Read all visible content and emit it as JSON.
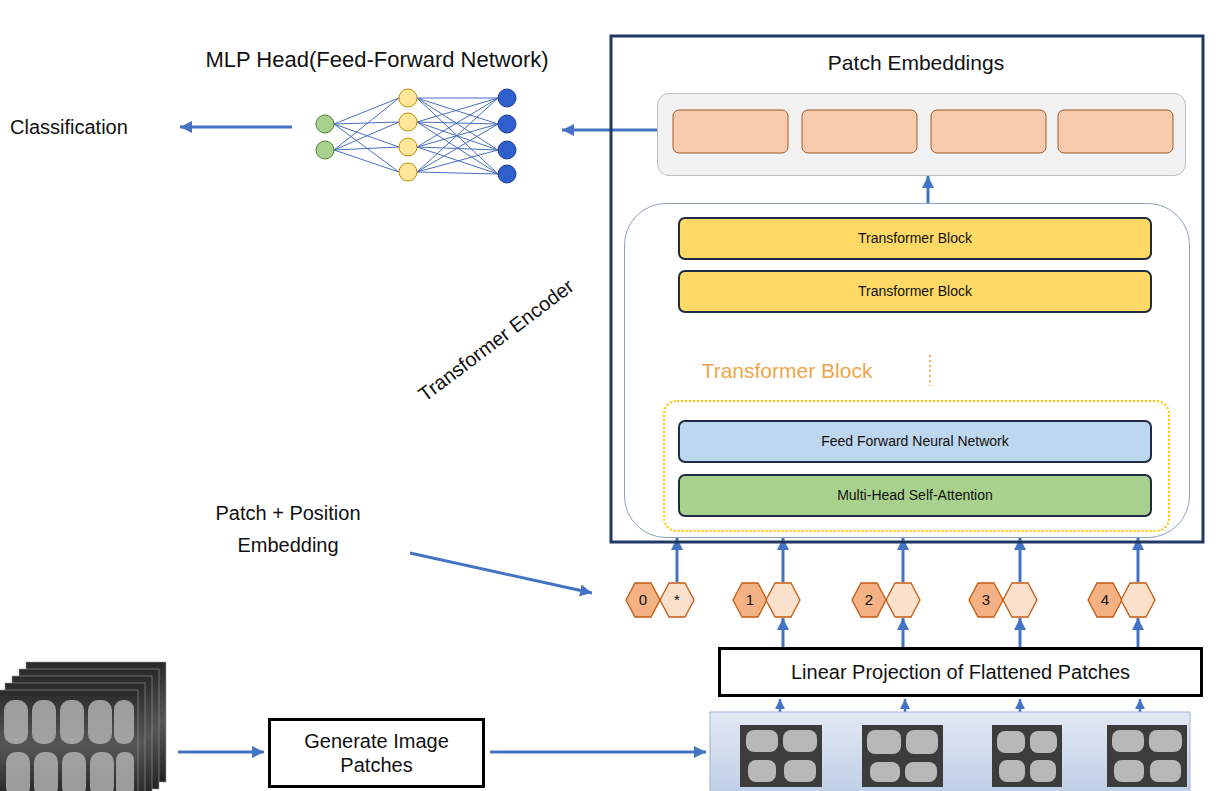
{
  "diagram": {
    "nodes": [
      {
        "text": [
          "MLP Head(Feed-Forward Network)"
        ]
      },
      {
        "text": [
          "Patch Embeddings"
        ]
      },
      {
        "text": [
          "Transformer Encoder"
        ]
      },
      {
        "text": [
          "Transformer Block"
        ],
        "in": 2
      },
      {
        "text": [
          "Transformer Block"
        ],
        "in": 2
      },
      {
        "text": [
          "Transformer Block"
        ],
        "in": 2
      },
      {
        "text": [
          "Feed Forward Neural Network"
        ],
        "in": 5
      },
      {
        "text": [
          "Multi-Head Self-Attention"
        ],
        "in": 5
      },
      {
        "text": [
          "0",
          "*"
        ]
      },
      {
        "text": [
          "1"
        ]
      },
      {
        "text": [
          "2"
        ]
      },
      {
        "text": [
          "3"
        ]
      },
      {
        "text": [
          "4"
        ]
      },
      {
        "text": [
          "Linear Projection of Flattened Patches"
        ]
      },
      {
        "text": [
          "Generate Image Patches"
        ]
      }
    ],
    "edges": [
      {
        "from": 1,
        "to": 0,
        "arrow": "to"
      },
      {
        "from": 2,
        "to": 1,
        "arrow": "to"
      },
      {
        "from": 8,
        "to": 2,
        "arrow": "to"
      },
      {
        "from": 9,
        "to": 2,
        "arrow": "to"
      },
      {
        "from": 10,
        "to": 2,
        "arrow": "to"
      },
      {
        "from": 11,
        "to": 2,
        "arrow": "to"
      },
      {
        "from": 12,
        "to": 2,
        "arrow": "to"
      },
      {
        "from": 13,
        "to": 9,
        "arrow": "to"
      },
      {
        "from": 13,
        "to": 10,
        "arrow": "to"
      },
      {
        "from": 13,
        "to": 11,
        "arrow": "to"
      },
      {
        "from": 13,
        "to": 12,
        "arrow": "to"
      }
    ],
    "labels": [
      "Classification",
      "Patch + Position Embedding"
    ]
  }
}
